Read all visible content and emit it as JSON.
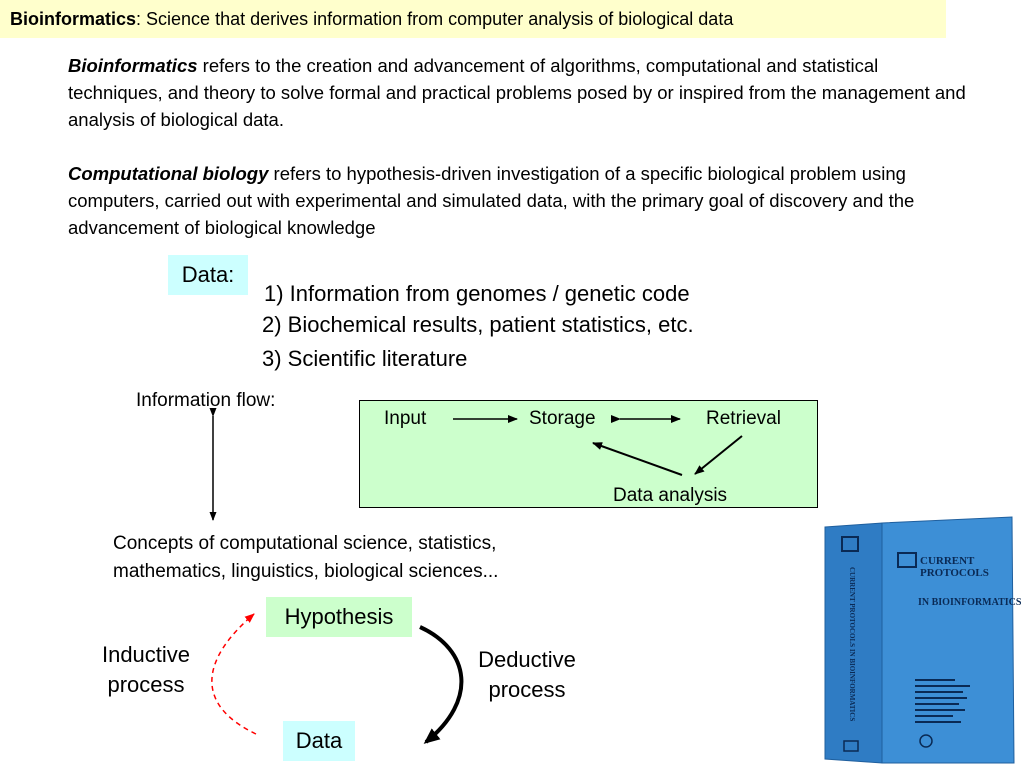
{
  "title": {
    "bold": "Bioinformatics",
    "rest": ": Science that derives information from computer analysis of biological data"
  },
  "definitions": [
    {
      "term": "Bioinformatics",
      "text": " refers to the creation and advancement of algorithms, computational and statistical techniques, and theory to solve formal and practical problems posed by or inspired from the management and analysis of biological data."
    },
    {
      "term": "Computational biology",
      "text": " refers to hypothesis-driven investigation of a specific biological problem using computers, carried out with experimental and simulated data, with the primary goal of discovery and the advancement of biological knowledge"
    }
  ],
  "data_section": {
    "label": "Data:",
    "items": [
      "1) Information from genomes / genetic code",
      "2) Biochemical results, patient statistics, etc.",
      "3) Scientific literature"
    ]
  },
  "info_flow": {
    "label": "Information flow:",
    "input": "Input",
    "storage": "Storage",
    "retrieval": "Retrieval",
    "analysis": "Data analysis"
  },
  "concepts": {
    "line1": "Concepts of computational science, statistics,",
    "line2": "mathematics, linguistics, biological sciences..."
  },
  "cycle": {
    "hypothesis": "Hypothesis",
    "data": "Data",
    "inductive_line1": "Inductive",
    "inductive_line2": "process",
    "deductive_line1": "Deductive",
    "deductive_line2": "process"
  },
  "book": {
    "line1": "CURRENT",
    "line2": "PROTOCOLS",
    "line3": "IN BIOINFORMATICS",
    "spine": "CURRENT PROTOCOLS IN BIOINFORMATICS",
    "colors": {
      "cover": "#3d8fd6",
      "spine": "#2f7cc4",
      "edge": "#1f5f9e"
    }
  }
}
